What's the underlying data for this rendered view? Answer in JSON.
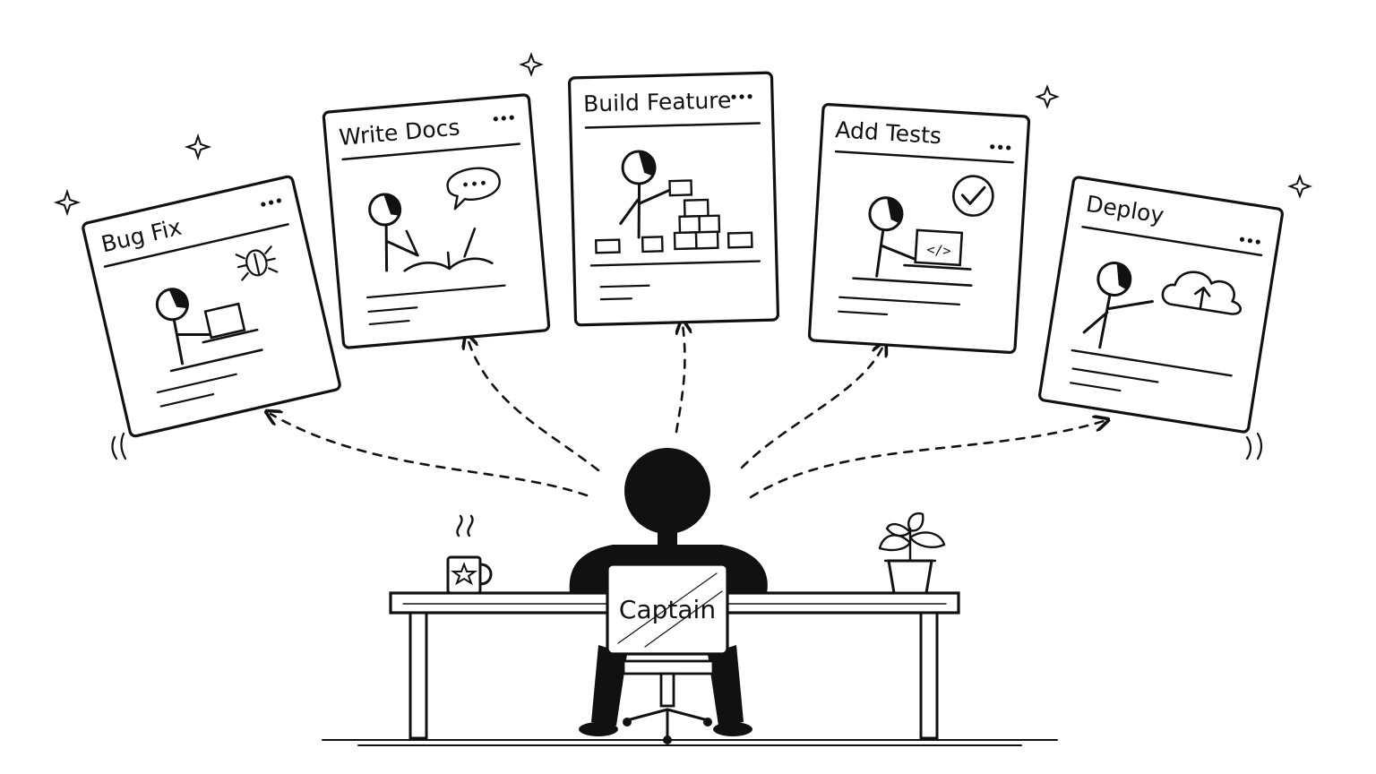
{
  "cards": [
    {
      "id": "bug-fix",
      "title": "Bug Fix",
      "icon": "bug-icon"
    },
    {
      "id": "write-docs",
      "title": "Write Docs",
      "icon": "speech-bubble-icon"
    },
    {
      "id": "build-feature",
      "title": "Build Feature",
      "icon": "building-blocks-icon"
    },
    {
      "id": "add-tests",
      "title": "Add Tests",
      "icon": "checkmark-circle-icon"
    },
    {
      "id": "deploy",
      "title": "Deploy",
      "icon": "cloud-upload-icon"
    }
  ],
  "captain": {
    "chair_label": "Captain"
  },
  "colors": {
    "ink": "#111111",
    "paper": "#ffffff"
  }
}
